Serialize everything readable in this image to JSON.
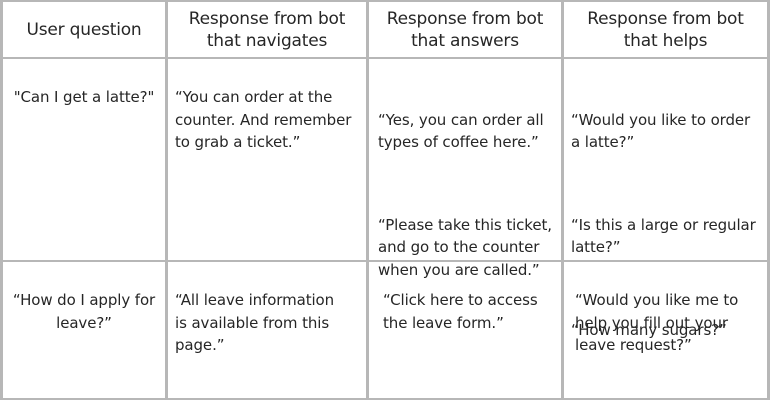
{
  "table": {
    "headers": [
      "User question",
      "Response from bot\nthat navigates",
      "Response from bot\nthat answers",
      "Response from bot\nthat helps"
    ],
    "rows": [
      {
        "question": "\"Can I get a latte?\"",
        "navigates": "“You can order at the\ncounter. And remember\nto grab a ticket.”",
        "answers": [
          "“Yes, you can order all\ntypes of coffee here.”",
          "“Please take this ticket,\nand go to the counter\nwhen you are called.”"
        ],
        "helps": [
          "“Would you like to order\na latte?”",
          "“Is this a large or regular\nlatte?”",
          "“How many sugars?”"
        ]
      },
      {
        "question": "“How do I apply for\nleave?”",
        "navigates": "“All leave information\nis available from this\npage.”",
        "answers": "“Click here to access\nthe leave form.”",
        "helps": "“Would you like me to\nhelp you fill out your\nleave request?”"
      }
    ]
  }
}
